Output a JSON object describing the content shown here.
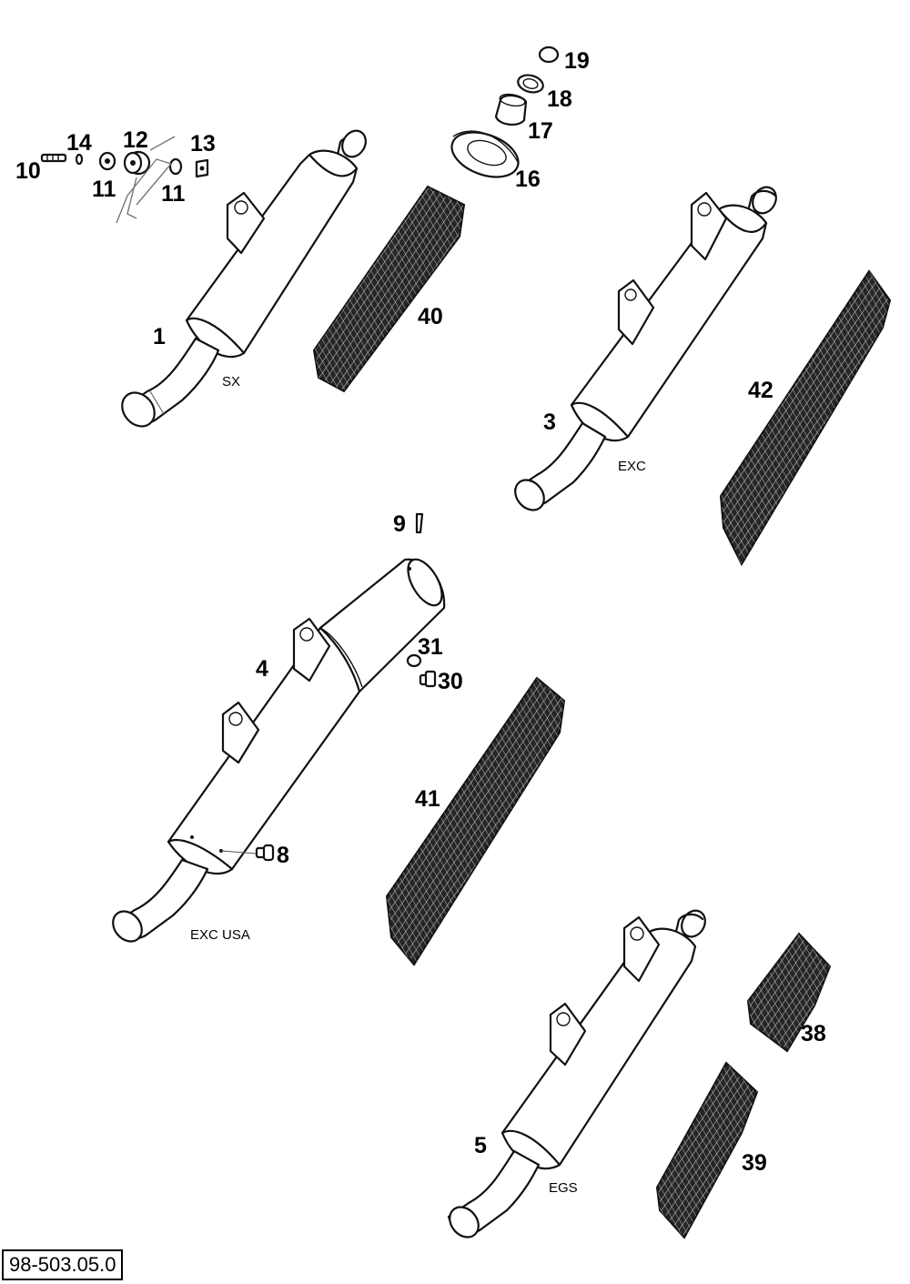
{
  "reference_number": "98-503.05.0",
  "variants": {
    "sx": "SX",
    "exc": "EXC",
    "exc_usa": "EXC USA",
    "egs": "EGS"
  },
  "callouts": {
    "p1": "1",
    "p3": "3",
    "p4": "4",
    "p5": "5",
    "p8": "8",
    "p9": "9",
    "p10": "10",
    "p11a": "11",
    "p11b": "11",
    "p12": "12",
    "p13": "13",
    "p14": "14",
    "p16": "16",
    "p17": "17",
    "p18": "18",
    "p19": "19",
    "p30": "30",
    "p31": "31",
    "p38": "38",
    "p39": "39",
    "p40": "40",
    "p41": "41",
    "p42": "42"
  }
}
